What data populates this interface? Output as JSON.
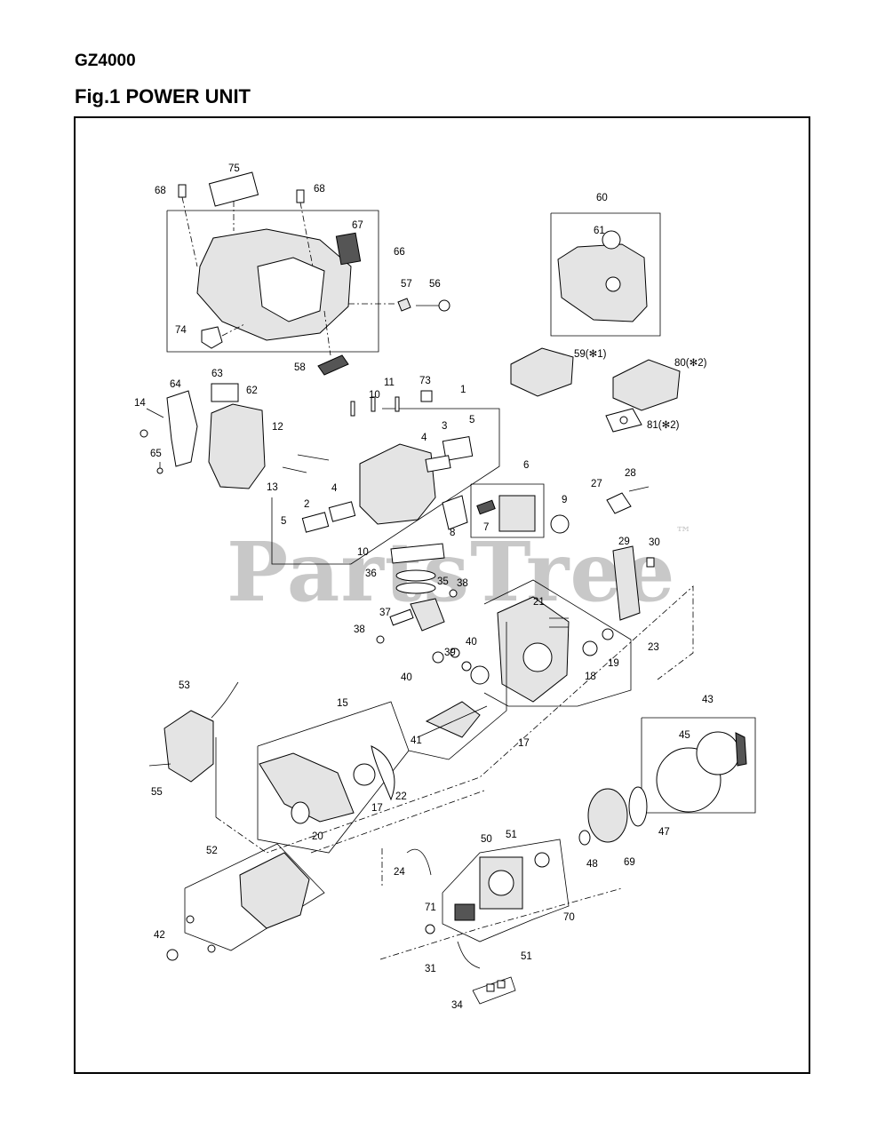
{
  "header": {
    "model": "GZ4000",
    "figure_title": "Fig.1 POWER UNIT"
  },
  "watermark": {
    "text": "PartsTree",
    "trademark": "™"
  },
  "callouts": [
    "75",
    "68",
    "68",
    "67",
    "66",
    "57",
    "56",
    "74",
    "58",
    "60",
    "61",
    "59(✻1)",
    "80(✻2)",
    "81(✻2)",
    "64",
    "63",
    "62",
    "14",
    "65",
    "12",
    "13",
    "11",
    "10",
    "73",
    "1",
    "3",
    "5",
    "4",
    "4",
    "2",
    "5",
    "8",
    "6",
    "7",
    "9",
    "27",
    "28",
    "29",
    "30",
    "10",
    "36",
    "35",
    "38",
    "37",
    "38",
    "21",
    "39",
    "40",
    "40",
    "19",
    "18",
    "23",
    "53",
    "15",
    "41",
    "17",
    "17",
    "22",
    "55",
    "20",
    "43",
    "45",
    "47",
    "48",
    "69",
    "52",
    "50",
    "51",
    "24",
    "70",
    "71",
    "42",
    "51",
    "31",
    "34"
  ]
}
